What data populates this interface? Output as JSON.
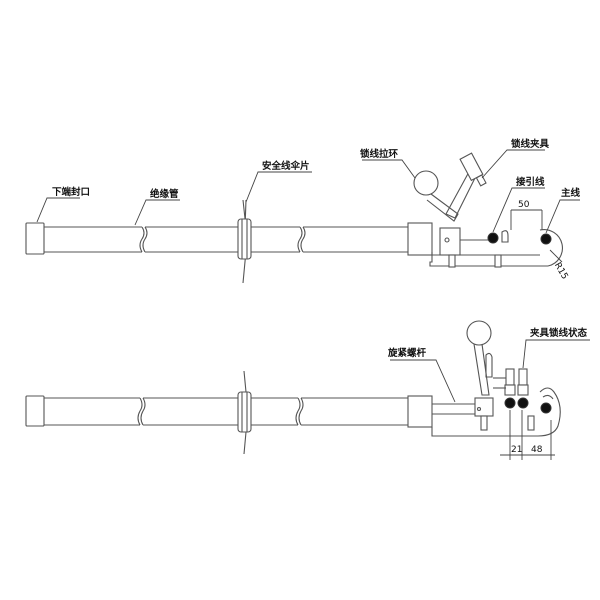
{
  "diagram": {
    "top_view": {
      "labels": {
        "bottom_seal": "下端封口",
        "insulating_tube": "绝缘管",
        "safety_umbrella": "安全线伞片",
        "lock_pull_ring": "锁线拉环",
        "lock_clamp": "锁线夹具",
        "lead_wire": "接引线",
        "main_wire": "主线"
      },
      "dimensions": {
        "spacing": "50",
        "radius": "R15"
      }
    },
    "bottom_view": {
      "labels": {
        "tightening_screw": "旋紧螺杆",
        "clamp_locked_state": "夹具锁线状态"
      },
      "dimensions": {
        "d1": "21",
        "d2": "48"
      }
    }
  }
}
